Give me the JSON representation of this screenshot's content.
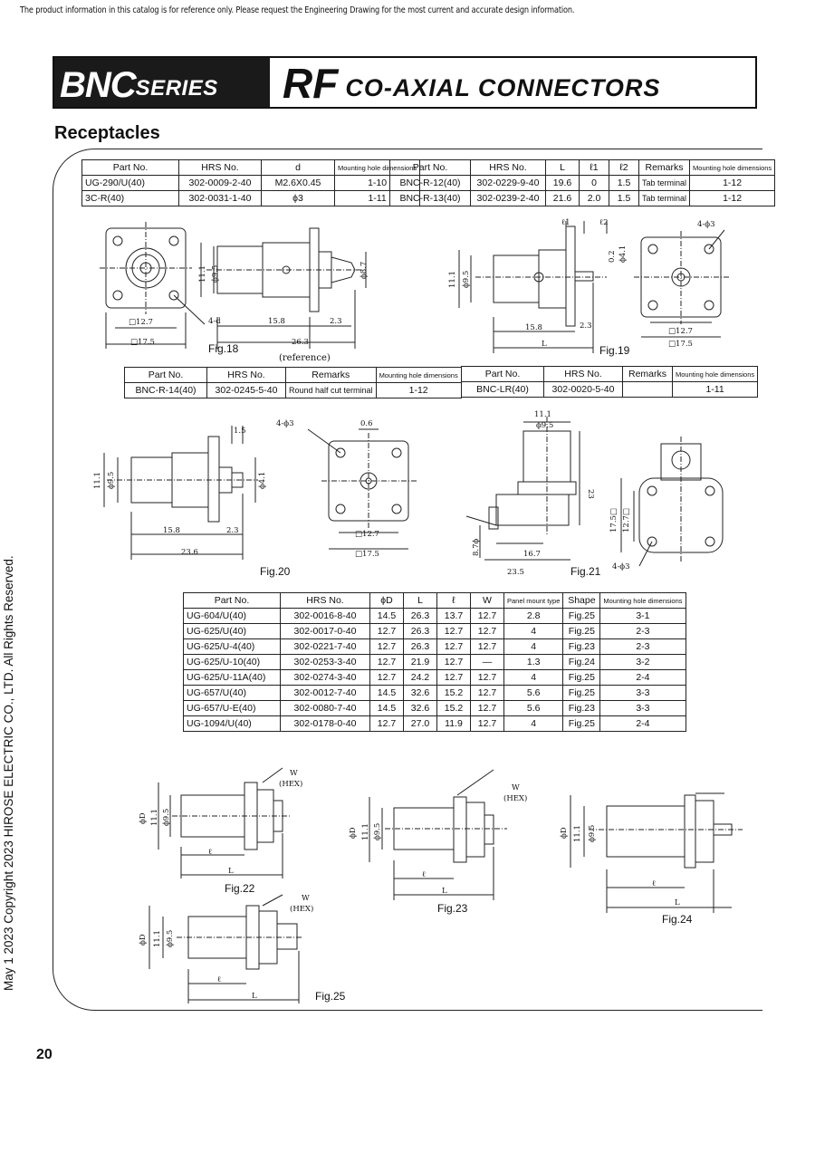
{
  "disclaimer": "The product  information in this catalog is for reference only. Please request the  Engineering Drawing for the most current and accurate design  information.",
  "banner": {
    "series_big": "BNC",
    "series_small": "SERIES",
    "rf": "RF",
    "rest": "CO-AXIAL  CONNECTORS"
  },
  "section_title": "Receptacles",
  "table1": {
    "headers": [
      "Part No.",
      "HRS No.",
      "d",
      "Mounting hole dimensions"
    ],
    "rows": [
      [
        "UG-290/U(40)",
        "302-0009-2-40",
        "M2.6X0.45",
        "1-10"
      ],
      [
        "3C-R(40)",
        "302-0031-1-40",
        "ϕ3",
        "1-11"
      ]
    ]
  },
  "table2": {
    "headers": [
      "Part No.",
      "HRS No.",
      "L",
      "ℓ1",
      "ℓ2",
      "Remarks",
      "Mounting hole dimensions"
    ],
    "rows": [
      [
        "BNC-R-12(40)",
        "302-0229-9-40",
        "19.6",
        "0",
        "1.5",
        "Tab terminal",
        "1-12"
      ],
      [
        "BNC-R-13(40)",
        "302-0239-2-40",
        "21.6",
        "2.0",
        "1.5",
        "Tab terminal",
        "1-12"
      ]
    ]
  },
  "table3": {
    "headers": [
      "Part No.",
      "HRS No.",
      "Remarks",
      "Mounting hole dimensions"
    ],
    "rows": [
      [
        "BNC-R-14(40)",
        "302-0245-5-40",
        "Round half cut terminal",
        "1-12"
      ]
    ]
  },
  "table4": {
    "headers": [
      "Part No.",
      "HRS No.",
      "Remarks",
      "Mounting hole dimensions"
    ],
    "rows": [
      [
        "BNC-LR(40)",
        "302-0020-5-40",
        "",
        "1-11"
      ]
    ]
  },
  "table5": {
    "headers": [
      "Part No.",
      "HRS No.",
      "ϕD",
      "L",
      "ℓ",
      "W",
      "Panel mount type",
      "Shape",
      "Mounting hole dimensions"
    ],
    "rows": [
      [
        "UG-604/U(40)",
        "302-0016-8-40",
        "14.5",
        "26.3",
        "13.7",
        "12.7",
        "2.8",
        "Fig.25",
        "3-1"
      ],
      [
        "UG-625/U(40)",
        "302-0017-0-40",
        "12.7",
        "26.3",
        "12.7",
        "12.7",
        "4",
        "Fig.25",
        "2-3"
      ],
      [
        "UG-625/U-4(40)",
        "302-0221-7-40",
        "12.7",
        "26.3",
        "12.7",
        "12.7",
        "4",
        "Fig.23",
        "2-3"
      ],
      [
        "UG-625/U-10(40)",
        "302-0253-3-40",
        "12.7",
        "21.9",
        "12.7",
        "—",
        "1.3",
        "Fig.24",
        "3-2"
      ],
      [
        "UG-625/U-11A(40)",
        "302-0274-3-40",
        "12.7",
        "24.2",
        "12.7",
        "12.7",
        "4",
        "Fig.25",
        "2-4"
      ],
      [
        "UG-657/U(40)",
        "302-0012-7-40",
        "14.5",
        "32.6",
        "15.2",
        "12.7",
        "5.6",
        "Fig.25",
        "3-3"
      ],
      [
        "UG-657/U-E(40)",
        "302-0080-7-40",
        "14.5",
        "32.6",
        "15.2",
        "12.7",
        "5.6",
        "Fig.23",
        "3-3"
      ],
      [
        "UG-1094/U(40)",
        "302-0178-0-40",
        "12.7",
        "27.0",
        "11.9",
        "12.7",
        "4",
        "Fig.25",
        "2-4"
      ]
    ]
  },
  "figures": {
    "fig18": "Fig.18",
    "fig19": "Fig.19",
    "fig20": "Fig.20",
    "fig21": "Fig.21",
    "fig22": "Fig.22",
    "fig23": "Fig.23",
    "fig24": "Fig.24",
    "fig25": "Fig.25"
  },
  "dims": {
    "sq127": "□12.7",
    "sq175": "□17.5",
    "d95": "ϕ9.5",
    "d87": "ϕ8.7",
    "d41": "ϕ4.1",
    "d111": "11.1",
    "d4d": "4-d",
    "d158": "15.8",
    "d23": "2.3",
    "d263": "26.3",
    "ref": "(reference)",
    "l1": "ℓ1",
    "l2": "ℓ2",
    "phi3x4": "4-ϕ3",
    "d02": "0.2",
    "L": "L",
    "l": "ℓ",
    "d15": "1.5",
    "d06": "0.6",
    "d236": "23.6",
    "d23b": "23",
    "d167": "16.7",
    "d235": "23.5",
    "d87v": "8.7ϕ",
    "d175q": "17.5□",
    "d127q": "12.7□",
    "W": "W",
    "HEX": "(HEX)",
    "D": "ϕD"
  },
  "side_text": "May 1 2023 Copyright 2023 HIROSE ELECTRIC CO., LTD. All Rights Reserved.",
  "page_number": "20"
}
